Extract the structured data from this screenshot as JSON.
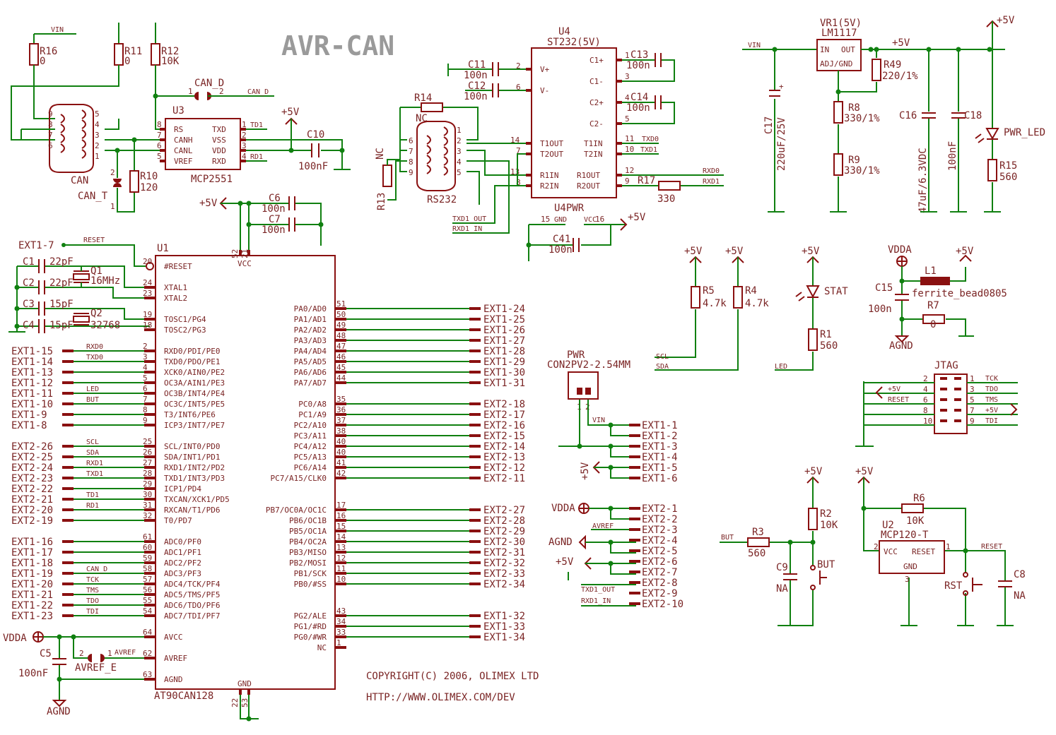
{
  "title": "AVR-CAN",
  "copyright": "COPYRIGHT(C) 2006, OLIMEX LTD",
  "url": "HTTP://WWW.OLIMEX.COM/DEV",
  "power": {
    "vcc5": "+5V",
    "vin": "VIN",
    "vdda": "VDDA",
    "agnd": "AGND"
  },
  "can_section": {
    "r16": "R16",
    "r16_val": "0",
    "r11": "R11",
    "r11_val": "0",
    "r12": "R12",
    "r12_val": "10K",
    "jumper": "CAN_D",
    "jumper_net": "CAN_D",
    "conn": "CAN",
    "can_t": "CAN_T",
    "r10": "R10",
    "r10_val": "120",
    "u3": "U3",
    "u3_part": "MCP2551",
    "u3_pins_left": [
      "RS",
      "CANH",
      "CANL",
      "VREF"
    ],
    "u3_pins_right": [
      "TXD",
      "VSS",
      "VDD",
      "RXD"
    ],
    "td1": "TD1",
    "rd1": "RD1",
    "c10": "C10",
    "c10_val": "100nF",
    "db9_pins": [
      "9",
      "8",
      "7",
      "6",
      "5",
      "4",
      "3",
      "2",
      "1"
    ]
  },
  "rs232_section": {
    "u4": "U4",
    "u4_part": "ST232(5V)",
    "u4_pins_left": [
      "V+",
      "V-",
      "T1OUT",
      "T2OUT",
      "R1IN",
      "R2IN"
    ],
    "u4_pins_right": [
      "C1+",
      "C1-",
      "C2+",
      "C2-",
      "T1IN",
      "T2IN",
      "R1OUT",
      "R2OUT"
    ],
    "c11": "C11",
    "c11_val": "100n",
    "c12": "C12",
    "c12_val": "100n",
    "c13": "C13",
    "c13_val": "100n",
    "c14": "C14",
    "c14_val": "100n",
    "r14": "R14",
    "nc": "NC",
    "r13": "R13",
    "conn": "RS232",
    "r17": "R17",
    "r17_val": "330",
    "txd0": "TXD0",
    "txd1": "TXD1",
    "rxd0": "RXD0",
    "rxd1": "RXD1",
    "txd1_out": "TXD1_OUT",
    "rxd1_in": "RXD1_IN",
    "u4pwr": "U4PWR",
    "gnd": "GND",
    "vcc": "VCC",
    "c41": "C41",
    "c41_val": "100n",
    "c6": "C6",
    "c6_val": "100n",
    "c7": "C7",
    "c7_val": "100n"
  },
  "regulator": {
    "vr1": "VR1(5V)",
    "part": "LM1117",
    "in": "IN",
    "out": "OUT",
    "adj": "ADJ/GND",
    "c17": "C17",
    "c17_val": "220uF/25V",
    "r49": "R49",
    "r49_val": "220/1%",
    "r8": "R8",
    "r8_val": "330/1%",
    "r9": "R9",
    "r9_val": "330/1%",
    "c16": "C16",
    "c16_val": "47uF/6.3VDC",
    "c18": "C18",
    "c18_val": "100nF",
    "led": "PWR_LED",
    "r15": "R15",
    "r15_val": "560"
  },
  "i2c": {
    "r5": "R5",
    "r5_val": "4.7k",
    "r4": "R4",
    "r4_val": "4.7k",
    "scl": "SCL",
    "sda": "SDA",
    "stat": "STAT",
    "r1": "R1",
    "r1_val": "560",
    "led": "LED"
  },
  "analog": {
    "l1": "L1",
    "l1_val": "ferrite_bead0805",
    "c15": "C15",
    "c15_val": "100n",
    "r7": "R7",
    "r7_val": "0"
  },
  "jtag": {
    "name": "JTAG",
    "left_nums": [
      "2",
      "4",
      "6",
      "8",
      "10"
    ],
    "right_nums": [
      "1",
      "3",
      "5",
      "7",
      "9"
    ],
    "left_nets": [
      "",
      "+5V",
      "RESET",
      "",
      ""
    ],
    "right_nets": [
      "TCK",
      "TDO",
      "TMS",
      "+5V",
      "TDI"
    ]
  },
  "pwr_conn": {
    "name": "PWR",
    "part": "CON2PV2-2.54MM"
  },
  "ext1_right": [
    "EXT1-1",
    "EXT1-2",
    "EXT1-3",
    "EXT1-4",
    "EXT1-5",
    "EXT1-6"
  ],
  "ext2_right": [
    "EXT2-1",
    "EXT2-2",
    "EXT2-3",
    "EXT2-4",
    "EXT2-5",
    "EXT2-6",
    "EXT2-7",
    "EXT2-8",
    "EXT2-9",
    "EXT2-10"
  ],
  "ext2_right_nets": [
    "",
    "",
    "AVREF",
    "",
    "",
    "",
    "",
    "TXD1_OUT",
    "",
    "RXD1_IN"
  ],
  "button": {
    "but": "BUT",
    "r3": "R3",
    "r3_val": "560",
    "r2": "R2",
    "r2_val": "10K",
    "c9": "C9",
    "c9_val": "NA",
    "sw": "BUT"
  },
  "reset_ckt": {
    "r6": "R6",
    "r6_val": "10K",
    "u2": "U2",
    "u2_part": "MCP120-T",
    "vcc": "VCC",
    "reset": "RESET",
    "gnd": "GND",
    "rst": "RST",
    "c8": "C8",
    "c8_val": "NA",
    "reset_net": "RESET"
  },
  "mcu": {
    "name": "U1",
    "part": "AT90CAN128",
    "vcc": "VCC",
    "gnd": "GND",
    "crystals": {
      "c1": "C1",
      "c1_val": "22pF",
      "c2": "C2",
      "c2_val": "22pF",
      "c3": "C3",
      "c3_val": "15pF",
      "c4": "C4",
      "c4_val": "15pF",
      "q1": "Q1",
      "q1_val": "16MHz",
      "q2": "Q2",
      "q2_val": "32768"
    },
    "reset_ext": "EXT1-7",
    "reset_net": "RESET",
    "left_pins": [
      {
        "pin": "20",
        "name": "#RESET"
      },
      {
        "pin": "24",
        "name": "XTAL1"
      },
      {
        "pin": "23",
        "name": "XTAL2"
      },
      {
        "pin": "19",
        "name": "TOSC1/PG4"
      },
      {
        "pin": "18",
        "name": "TOSC2/PG3"
      },
      {
        "pin": "2",
        "name": "RXD0/PDI/PE0",
        "ext": "EXT1-15",
        "net": "RXD0"
      },
      {
        "pin": "3",
        "name": "TXD0/PDO/PE1",
        "ext": "EXT1-14",
        "net": "TXD0"
      },
      {
        "pin": "4",
        "name": "XCK0/AIN0/PE2",
        "ext": "EXT1-13",
        "net": ""
      },
      {
        "pin": "5",
        "name": "OC3A/AIN1/PE3",
        "ext": "EXT1-12",
        "net": ""
      },
      {
        "pin": "6",
        "name": "OC3B/INT4/PE4",
        "ext": "EXT1-11",
        "net": "LED"
      },
      {
        "pin": "7",
        "name": "OC3C/INT5/PE5",
        "ext": "EXT1-10",
        "net": "BUT"
      },
      {
        "pin": "8",
        "name": "T3/INT6/PE6",
        "ext": "EXT1-9",
        "net": ""
      },
      {
        "pin": "9",
        "name": "ICP3/INT7/PE7",
        "ext": "EXT1-8",
        "net": ""
      },
      {
        "pin": "25",
        "name": "SCL/INT0/PD0",
        "ext": "EXT2-26",
        "net": "SCL"
      },
      {
        "pin": "26",
        "name": "SDA/INT1/PD1",
        "ext": "EXT2-25",
        "net": "SDA"
      },
      {
        "pin": "27",
        "name": "RXD1/INT2/PD2",
        "ext": "EXT2-24",
        "net": "RXD1"
      },
      {
        "pin": "28",
        "name": "TXD1/INT3/PD3",
        "ext": "EXT2-23",
        "net": "TXD1"
      },
      {
        "pin": "29",
        "name": "ICP1/PD4",
        "ext": "EXT2-22",
        "net": ""
      },
      {
        "pin": "30",
        "name": "TXCAN/XCK1/PD5",
        "ext": "EXT2-21",
        "net": "TD1"
      },
      {
        "pin": "31",
        "name": "RXCAN/T1/PD6",
        "ext": "EXT2-20",
        "net": "RD1"
      },
      {
        "pin": "32",
        "name": "T0/PD7",
        "ext": "EXT2-19",
        "net": ""
      },
      {
        "pin": "61",
        "name": "ADC0/PF0",
        "ext": "EXT1-16",
        "net": ""
      },
      {
        "pin": "60",
        "name": "ADC1/PF1",
        "ext": "EXT1-17",
        "net": ""
      },
      {
        "pin": "59",
        "name": "ADC2/PF2",
        "ext": "EXT1-18",
        "net": ""
      },
      {
        "pin": "58",
        "name": "ADC3/PF3",
        "ext": "EXT1-19",
        "net": "CAN_D"
      },
      {
        "pin": "57",
        "name": "ADC4/TCK/PF4",
        "ext": "EXT1-20",
        "net": "TCK"
      },
      {
        "pin": "56",
        "name": "ADC5/TMS/PF5",
        "ext": "EXT1-21",
        "net": "TMS"
      },
      {
        "pin": "55",
        "name": "ADC6/TDO/PF6",
        "ext": "EXT1-22",
        "net": "TDO"
      },
      {
        "pin": "54",
        "name": "ADC7/TDI/PF7",
        "ext": "EXT1-23",
        "net": "TDI"
      },
      {
        "pin": "64",
        "name": "AVCC"
      },
      {
        "pin": "62",
        "name": "AVREF"
      },
      {
        "pin": "63",
        "name": "AGND"
      }
    ],
    "avcc": {
      "c5": "C5",
      "c5_val": "100nF",
      "avref_e": "AVREF_E",
      "avref_net": "AVREF",
      "vdda": "VDDA",
      "agnd": "AGND"
    },
    "right_pins": [
      {
        "pin": "51",
        "name": "PA0/AD0",
        "ext": "EXT1-24"
      },
      {
        "pin": "50",
        "name": "PA1/AD1",
        "ext": "EXT1-25"
      },
      {
        "pin": "49",
        "name": "PA2/AD2",
        "ext": "EXT1-26"
      },
      {
        "pin": "48",
        "name": "PA3/AD3",
        "ext": "EXT1-27"
      },
      {
        "pin": "47",
        "name": "PA4/AD4",
        "ext": "EXT1-28"
      },
      {
        "pin": "46",
        "name": "PA5/AD5",
        "ext": "EXT1-29"
      },
      {
        "pin": "45",
        "name": "PA6/AD6",
        "ext": "EXT1-30"
      },
      {
        "pin": "44",
        "name": "PA7/AD7",
        "ext": "EXT1-31"
      },
      {
        "pin": "35",
        "name": "PC0/A8",
        "ext": "EXT2-18"
      },
      {
        "pin": "36",
        "name": "PC1/A9",
        "ext": "EXT2-17"
      },
      {
        "pin": "37",
        "name": "PC2/A10",
        "ext": "EXT2-16"
      },
      {
        "pin": "38",
        "name": "PC3/A11",
        "ext": "EXT2-15"
      },
      {
        "pin": "40",
        "name": "PC4/A12",
        "ext": "EXT2-14"
      },
      {
        "pin": "40",
        "name": "PC5/A13",
        "ext": "EXT2-13"
      },
      {
        "pin": "41",
        "name": "PC6/A14",
        "ext": "EXT2-12"
      },
      {
        "pin": "42",
        "name": "PC7/A15/CLK0",
        "ext": "EXT2-11"
      },
      {
        "pin": "17",
        "name": "PB7/OC0A/OC1C",
        "ext": "EXT2-27"
      },
      {
        "pin": "16",
        "name": "PB6/OC1B",
        "ext": "EXT2-28"
      },
      {
        "pin": "15",
        "name": "PB5/OC1A",
        "ext": "EXT2-29"
      },
      {
        "pin": "14",
        "name": "PB4/OC2A",
        "ext": "EXT2-30"
      },
      {
        "pin": "13",
        "name": "PB3/MISO",
        "ext": "EXT2-31"
      },
      {
        "pin": "12",
        "name": "PB2/MOSI",
        "ext": "EXT2-32"
      },
      {
        "pin": "11",
        "name": "PB1/SCK",
        "ext": "EXT2-33"
      },
      {
        "pin": "10",
        "name": "PB0/#SS",
        "ext": "EXT2-34"
      },
      {
        "pin": "43",
        "name": "PG2/ALE",
        "ext": "EXT1-32"
      },
      {
        "pin": "34",
        "name": "PG1/#RD",
        "ext": "EXT1-33"
      },
      {
        "pin": "33",
        "name": "PG0/#WR",
        "ext": "EXT1-34"
      },
      {
        "pin": "1",
        "name": "NC",
        "ext": ""
      }
    ]
  }
}
